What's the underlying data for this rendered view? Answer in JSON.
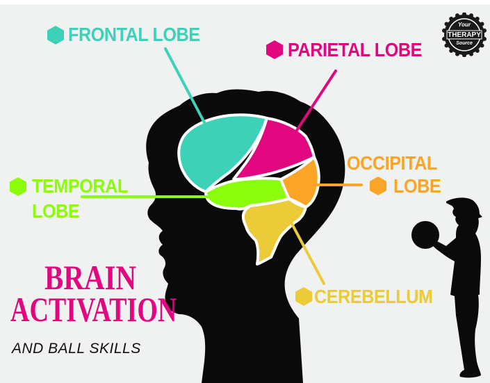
{
  "title": {
    "line1": "BRAIN",
    "line2": "ACTIVATION",
    "subtitle": "AND BALL SKILLS"
  },
  "logo": {
    "top": "Your",
    "middle": "THERAPY",
    "bottom": "Source"
  },
  "lobes": [
    {
      "id": "frontal",
      "label": "FRONTAL LOBE",
      "color": "#3dd1b8",
      "icon": "hexagon-icon"
    },
    {
      "id": "parietal",
      "label": "PARIETAL LOBE",
      "color": "#e0077f",
      "icon": "hexagon-icon"
    },
    {
      "id": "occipital",
      "label_line1": "OCCIPITAL",
      "label_line2": "LOBE",
      "color": "#fba528",
      "icon": "hexagon-icon"
    },
    {
      "id": "temporal",
      "label_line1": "TEMPORAL",
      "label_line2": "LOBE",
      "color": "#8afc0c",
      "icon": "hexagon-icon"
    },
    {
      "id": "cerebellum",
      "label": "CEREBELLUM",
      "color": "#eccb39",
      "icon": "hexagon-icon"
    }
  ],
  "colors": {
    "background": "#eff2f0",
    "silhouette": "#0a0a0a",
    "title_pink": "#e0077f"
  }
}
